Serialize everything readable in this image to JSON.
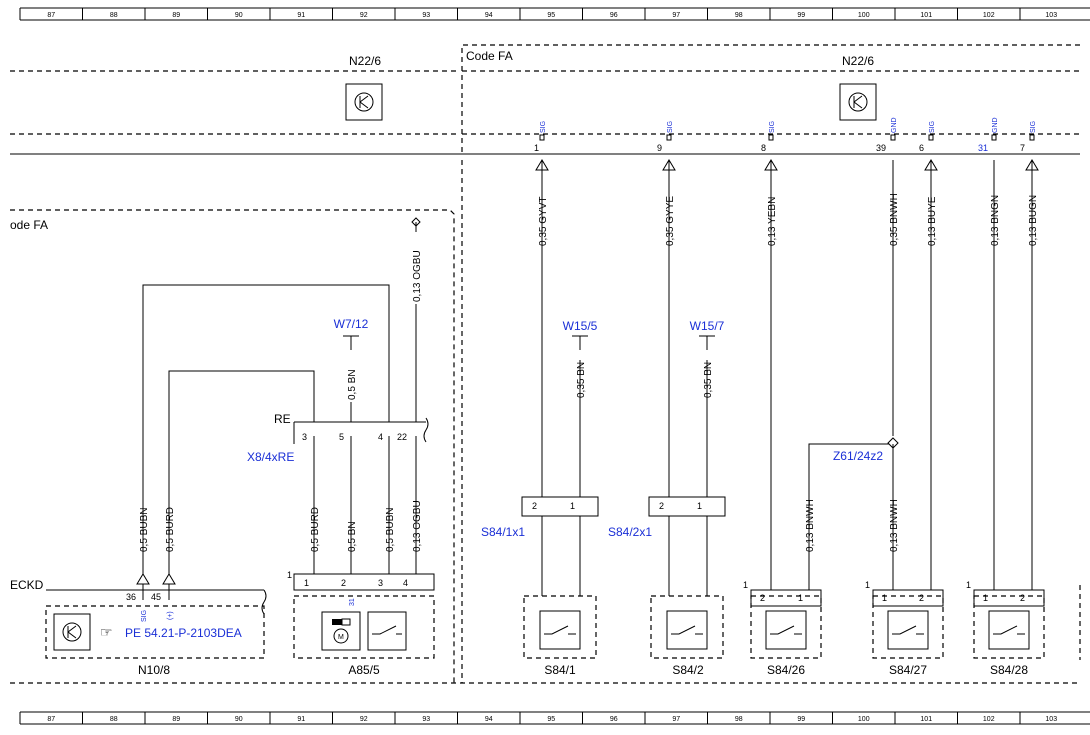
{
  "ruler": {
    "cells": [
      "87",
      "88",
      "89",
      "90",
      "91",
      "92",
      "93",
      "94",
      "95",
      "96",
      "97",
      "98",
      "99",
      "100",
      "101",
      "102",
      "103"
    ]
  },
  "labels": {
    "n22_6_left": "N22/6",
    "n22_6_right": "N22/6",
    "code_fa": "Code FA",
    "code_fa_partial": "ode FA",
    "eckd": "ECKD",
    "re": "RE",
    "x8_4xre": "X8/4xRE",
    "w7_12": "W7/12",
    "w15_5": "W15/5",
    "w15_7": "W15/7",
    "z61_24z2": "Z61/24z2",
    "s84_1x1": "S84/1x1",
    "s84_2x1": "S84/2x1",
    "pe_ref": "PE 54.21-P-2103DEA",
    "n10_8": "N10/8",
    "a85_5": "A85/5",
    "s84_1": "S84/1",
    "s84_2": "S84/2",
    "s84_26": "S84/26",
    "s84_27": "S84/27",
    "s84_28": "S84/28"
  },
  "wires": {
    "w1": "0,35 GYVT",
    "w2": "0,35 GYYE",
    "w3": "0,13 YEBN",
    "w4": "0,35 BNWH",
    "w5": "0,13 BUYE",
    "w6": "0,13 BNGN",
    "w7": "0,13 BUGN",
    "w8": "0,13 OGBU",
    "w9": "0,5 BN",
    "w10": "0,35 BN",
    "w11": "0,35 BN",
    "w12": "0,5 BUBN",
    "w13": "0,5 BURD",
    "w14": "0,5 BURD",
    "w15": "0,5 BN",
    "w16": "0,5 BUBN",
    "w17": "0,13 OGBU",
    "w18": "0,13 BNWH",
    "w19": "0,13 BNWH"
  },
  "signals": {
    "s1": "SIG",
    "s2": "SIG",
    "s3": "SIG",
    "s4": "GND",
    "s5": "SIG",
    "s6": "GND",
    "s7": "SIG",
    "n10_sig": "SIG",
    "n10_plus": "(+)",
    "a85_31": "31"
  },
  "pins": {
    "p1": "1",
    "p9": "9",
    "p8": "8",
    "p39": "39",
    "p6": "6",
    "p31": "31",
    "p7": "7",
    "re3": "3",
    "re5": "5",
    "re4": "4",
    "re22": "22",
    "n36": "36",
    "n45": "45",
    "a1": "1",
    "a2": "2",
    "a3": "3",
    "a4": "4",
    "a_one": "1",
    "x11_2": "2",
    "x11_1": "1",
    "x21_2": "2",
    "x21_1": "1",
    "s26_one": "1",
    "s26_2": "2",
    "s26_1": "1",
    "s27_one": "1",
    "s27_1": "1",
    "s27_2": "2",
    "s28_one": "1",
    "s28_1": "1",
    "s28_2": "2"
  }
}
